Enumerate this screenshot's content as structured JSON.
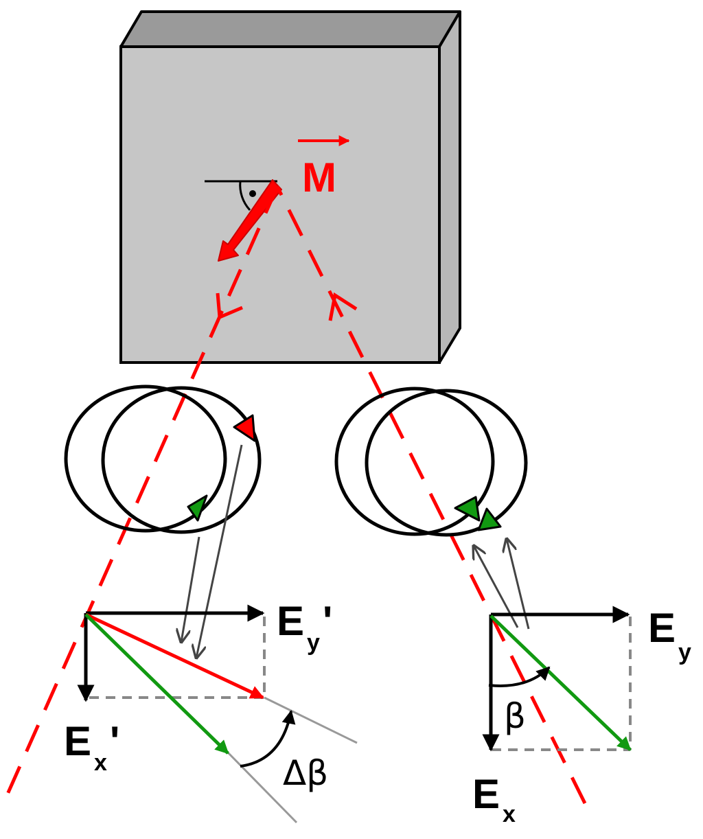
{
  "colors": {
    "slab_face": "#c6c6c6",
    "slab_top": "#9a9a9a",
    "slab_side": "#b8b8b8",
    "outline": "#000000",
    "magnetization": "#ff0000",
    "beam": "#ff0000",
    "reflected_field": "#ff0000",
    "incident_field": "#119911",
    "guide_arrow": "#444444",
    "projection_dash": "#888888",
    "angle_line": "#999999"
  },
  "labels": {
    "magnetization": "M",
    "ey_prime_main": "E",
    "ey_prime_sub": "y",
    "ey_prime_mark": "'",
    "ex_prime_main": "E",
    "ex_prime_sub": "x",
    "ex_prime_mark": "'",
    "ey_main": "E",
    "ey_sub": "y",
    "ex_main": "E",
    "ex_sub": "x",
    "beta": "β",
    "delta_beta": "Δβ"
  }
}
